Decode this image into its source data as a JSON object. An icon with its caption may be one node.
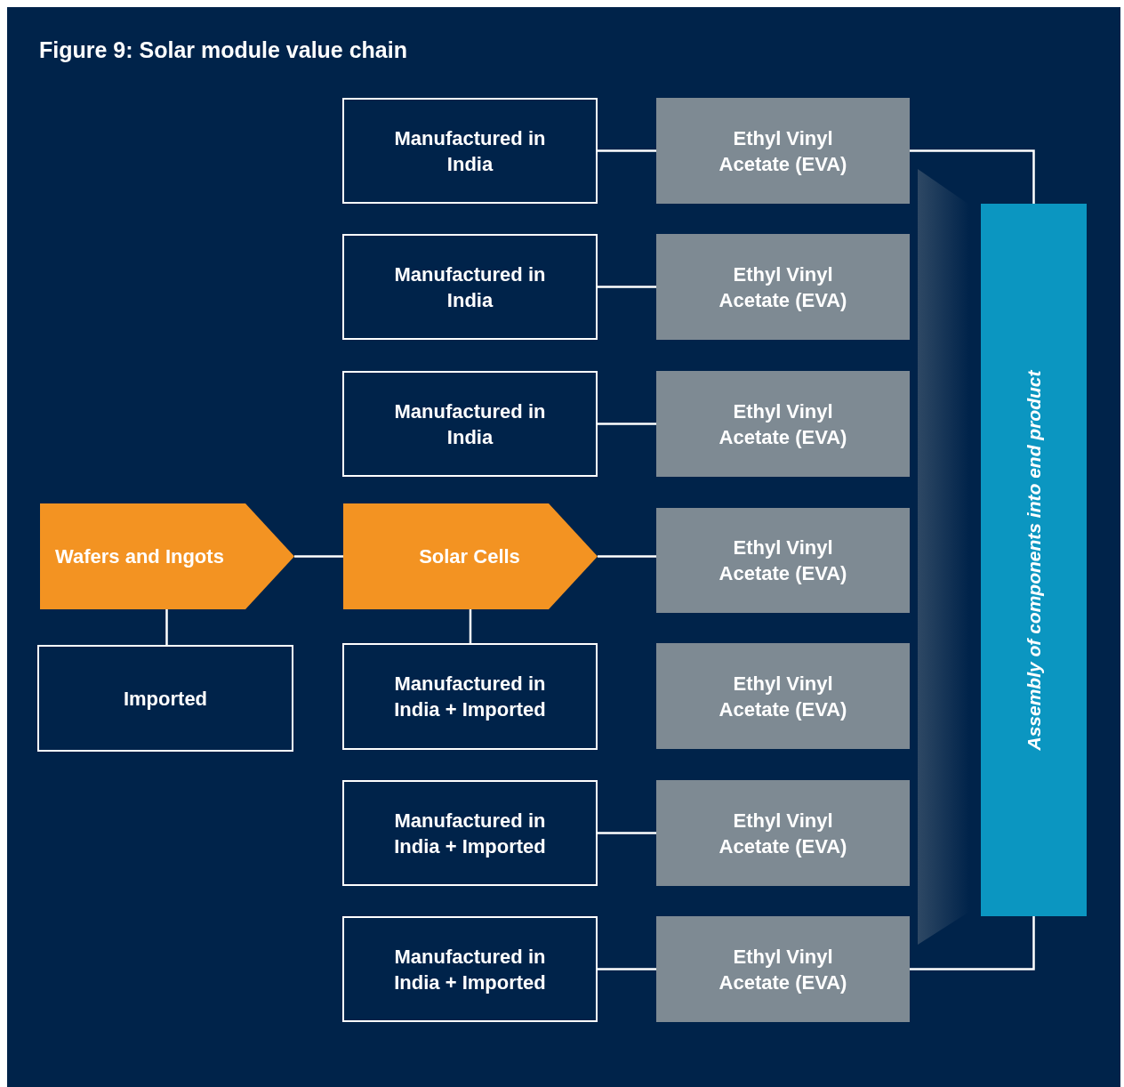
{
  "diagram": {
    "title": "Figure 9: Solar module value chain",
    "nodes": [
      {
        "text": [
          "Manufactured in India"
        ]
      },
      {
        "text": [
          "Ethyl Vinyl Acetate (EVA)"
        ]
      },
      {
        "text": [
          "Manufactured in India"
        ]
      },
      {
        "text": [
          "Ethyl Vinyl Acetate (EVA)"
        ]
      },
      {
        "text": [
          "Manufactured in India"
        ]
      },
      {
        "text": [
          "Ethyl Vinyl Acetate (EVA)"
        ]
      },
      {
        "text": [
          "Wafers and Ingots"
        ]
      },
      {
        "text": [
          "Solar Cells"
        ]
      },
      {
        "text": [
          "Ethyl Vinyl Acetate (EVA)"
        ]
      },
      {
        "text": [
          "Imported"
        ]
      },
      {
        "text": [
          "Manufactured in India + Imported"
        ]
      },
      {
        "text": [
          "Ethyl Vinyl Acetate (EVA)"
        ]
      },
      {
        "text": [
          "Manufactured in India + Imported"
        ]
      },
      {
        "text": [
          "Ethyl Vinyl Acetate (EVA)"
        ]
      },
      {
        "text": [
          "Manufactured in India + Imported"
        ]
      },
      {
        "text": [
          "Ethyl Vinyl Acetate (EVA)"
        ]
      },
      {
        "text": [
          "Assembly of components into end product"
        ]
      },
      {
        "text": [],
        "shape": "funnel"
      }
    ],
    "edges": [
      {
        "from": 0,
        "to": 1,
        "arrow": "none"
      },
      {
        "from": 2,
        "to": 3,
        "arrow": "none"
      },
      {
        "from": 4,
        "to": 5,
        "arrow": "none"
      },
      {
        "from": 6,
        "to": 7,
        "arrow": "none"
      },
      {
        "from": 7,
        "to": 8,
        "arrow": "none"
      },
      {
        "from": 6,
        "to": 9,
        "arrow": "none"
      },
      {
        "from": 7,
        "to": 10,
        "arrow": "none"
      },
      {
        "from": 12,
        "to": 13,
        "arrow": "none"
      },
      {
        "from": 14,
        "to": 15,
        "arrow": "none"
      },
      {
        "from": 1,
        "to": 16,
        "arrow": "none"
      },
      {
        "from": 15,
        "to": 16,
        "arrow": "none"
      }
    ]
  }
}
